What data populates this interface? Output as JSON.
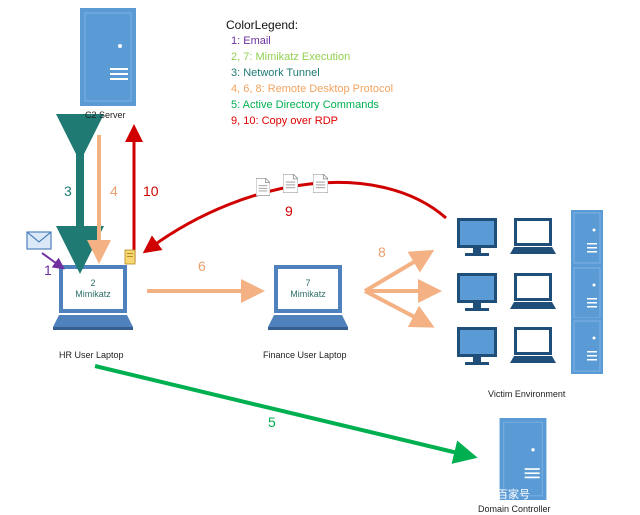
{
  "legend": {
    "title": "ColorLegend:",
    "items": [
      {
        "text": "1: Email",
        "color": "#7030a0"
      },
      {
        "text": "2, 7: Mimikatz Execution",
        "color": "#92d050"
      },
      {
        "text": "3: Network Tunnel",
        "color": "#1f7a74"
      },
      {
        "text": "4, 6, 8: Remote Desktop Protocol",
        "color": "#f4a460"
      },
      {
        "text": "5: Active Directory Commands",
        "color": "#00b050"
      },
      {
        "text": "9, 10: Copy over RDP",
        "color": "#e00000"
      }
    ]
  },
  "nodes": {
    "c2_server": "C2 Server",
    "hr_laptop": "HR User Laptop",
    "hr_screen_num": "2",
    "hr_screen_text": "Mimikatz",
    "finance_laptop": "Finance User Laptop",
    "finance_screen_num": "7",
    "finance_screen_text": "Mimikatz",
    "victim_env": "Victim Environment",
    "domain_controller": "Domain Controller"
  },
  "edge_labels": {
    "e1": "1",
    "e3": "3",
    "e4": "4",
    "e5": "5",
    "e6": "6",
    "e8": "8",
    "e9": "9",
    "e10": "10"
  },
  "watermark": "百家号",
  "colors": {
    "server_blue": "#5b9bd5",
    "laptop_blue": "#4f81bd",
    "teal": "#1f7a74",
    "orange": "#f4b183",
    "red": "#d00000",
    "green": "#00b050",
    "purple": "#7030a0"
  }
}
